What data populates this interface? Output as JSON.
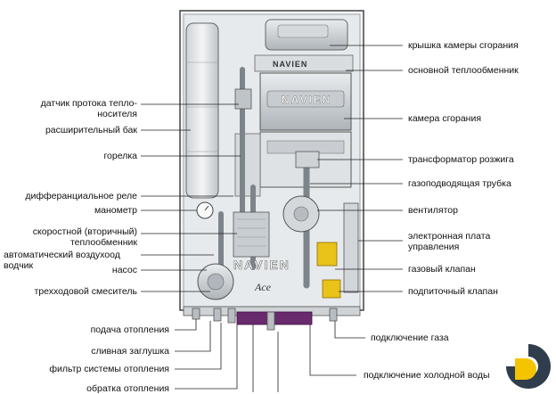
{
  "labels_left": [
    {
      "id": "flow-sensor",
      "text": "датчик протока тепло-\nносителя"
    },
    {
      "id": "expansion-tank",
      "text": "расширительный бак"
    },
    {
      "id": "burner",
      "text": "горелка"
    },
    {
      "id": "diff-relay",
      "text": "дифферанциальное реле"
    },
    {
      "id": "manometer",
      "text": "манометр"
    },
    {
      "id": "secondary-hx",
      "text": "скоростной (вторичный)\nтеплообменник"
    },
    {
      "id": "air-vent",
      "text": "автоматический воздухоод\nводчик"
    },
    {
      "id": "pump",
      "text": "насос"
    },
    {
      "id": "three-way-mixer",
      "text": "трехходовой смеситель"
    }
  ],
  "labels_right": [
    {
      "id": "chamber-cover",
      "text": "крышка камеры сгорания"
    },
    {
      "id": "main-hx",
      "text": "основной теплообменник"
    },
    {
      "id": "combustion-chamber",
      "text": "камера сгорания"
    },
    {
      "id": "ignition-transformer",
      "text": "трансформатор розжига"
    },
    {
      "id": "gas-pipe",
      "text": "газоподводящая трубка"
    },
    {
      "id": "fan",
      "text": "вентилятор"
    },
    {
      "id": "control-board",
      "text": "электронная плата\nуправления"
    },
    {
      "id": "gas-valve",
      "text": "газовый клапан"
    },
    {
      "id": "makeup-valve",
      "text": "подпиточный клапан"
    }
  ],
  "labels_bottom_left": [
    {
      "id": "heating-supply",
      "text": "подача отопления"
    },
    {
      "id": "drain-plug",
      "text": "сливная заглушка"
    },
    {
      "id": "heating-filter",
      "text": "фильтр системы отопления"
    },
    {
      "id": "heating-return",
      "text": "обратка отопления"
    }
  ],
  "labels_bottom_right": [
    {
      "id": "gas-connection",
      "text": "подключение газа"
    },
    {
      "id": "cold-water-connection",
      "text": "подключение холодной воды"
    }
  ],
  "brand": {
    "top_badge": "NAVIEN",
    "exchanger_text": "NAVIEN",
    "lower_text": "NAVIEN",
    "model": "Ace"
  },
  "colors": {
    "frame": "#5a5f66",
    "panel": "#e4e7ea",
    "line": "#222222",
    "logo_blue": "#2f3d4c",
    "logo_yellow": "#f5c400",
    "valve_yellow": "#e9c21a",
    "connector_purple": "#6a2a6e"
  },
  "icons": [
    "site-logo-icon"
  ]
}
